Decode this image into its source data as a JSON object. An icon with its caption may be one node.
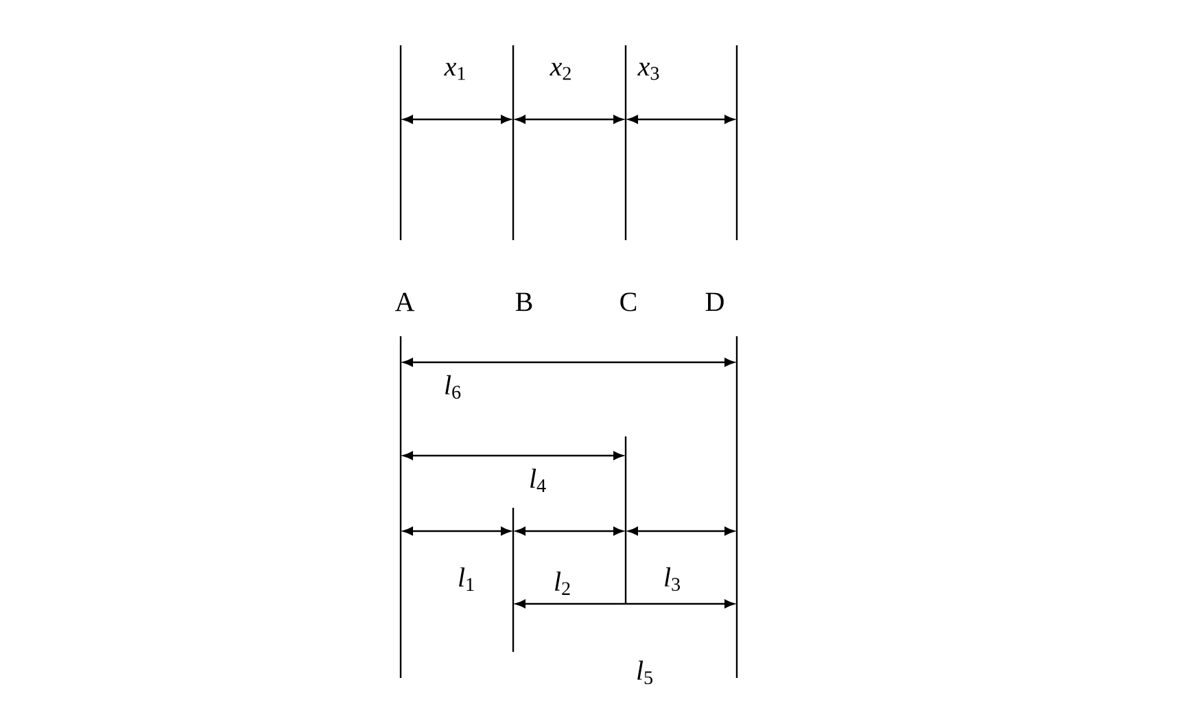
{
  "diagram": {
    "labels": [
      "*x*$_{1}$",
      "*x*$_{2}$",
      "*x*$_{3}$",
      "A",
      "B",
      "C",
      "D",
      "*l*$_{6}$",
      "*l*$_{4}$",
      "*l*$_{1}$",
      "*l*$_{2}$",
      "*l*$_{3}$",
      "*l*$_{5}$"
    ]
  }
}
